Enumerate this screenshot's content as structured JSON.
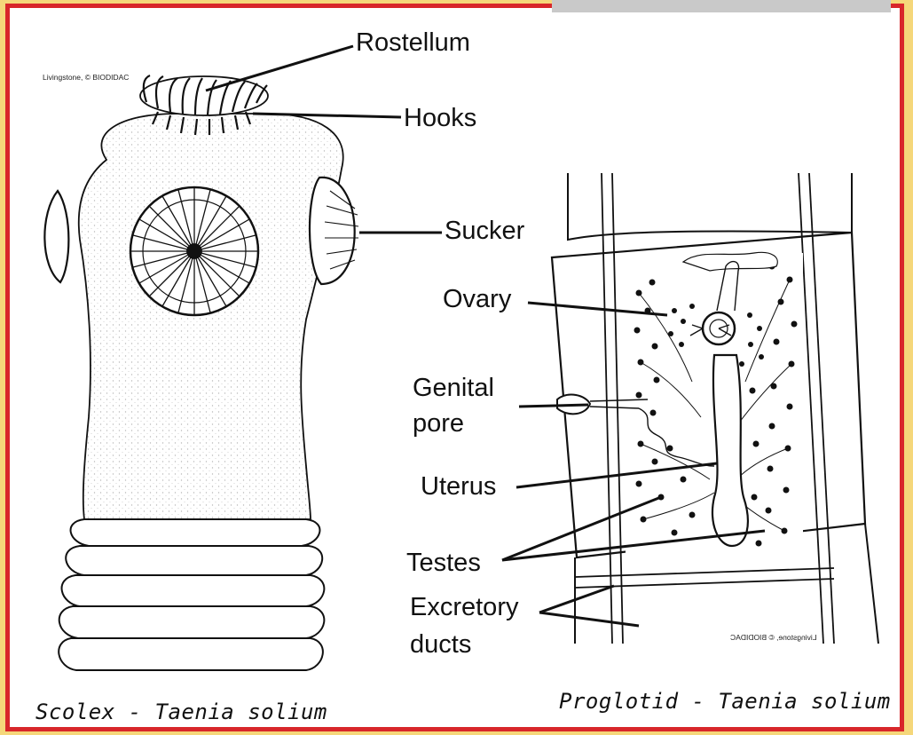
{
  "credits": {
    "scolex": "Livingstone, © BIODIDAC",
    "proglottid": "Livingstone, © BIODIDAC"
  },
  "labels": {
    "rostellum": "Rostellum",
    "hooks": "Hooks",
    "sucker": "Sucker",
    "ovary": "Ovary",
    "genital_pore_line1": "Genital",
    "genital_pore_line2": "pore",
    "uterus": "Uterus",
    "testes": "Testes",
    "excretory_line1": "Excretory",
    "excretory_line2": "ducts"
  },
  "captions": {
    "scolex": "Scolex - Taenia solium",
    "proglottid": "Proglotid - Taenia solium"
  },
  "colors": {
    "border": "#d8262a",
    "background": "#f5d77a",
    "ink": "#111111"
  }
}
